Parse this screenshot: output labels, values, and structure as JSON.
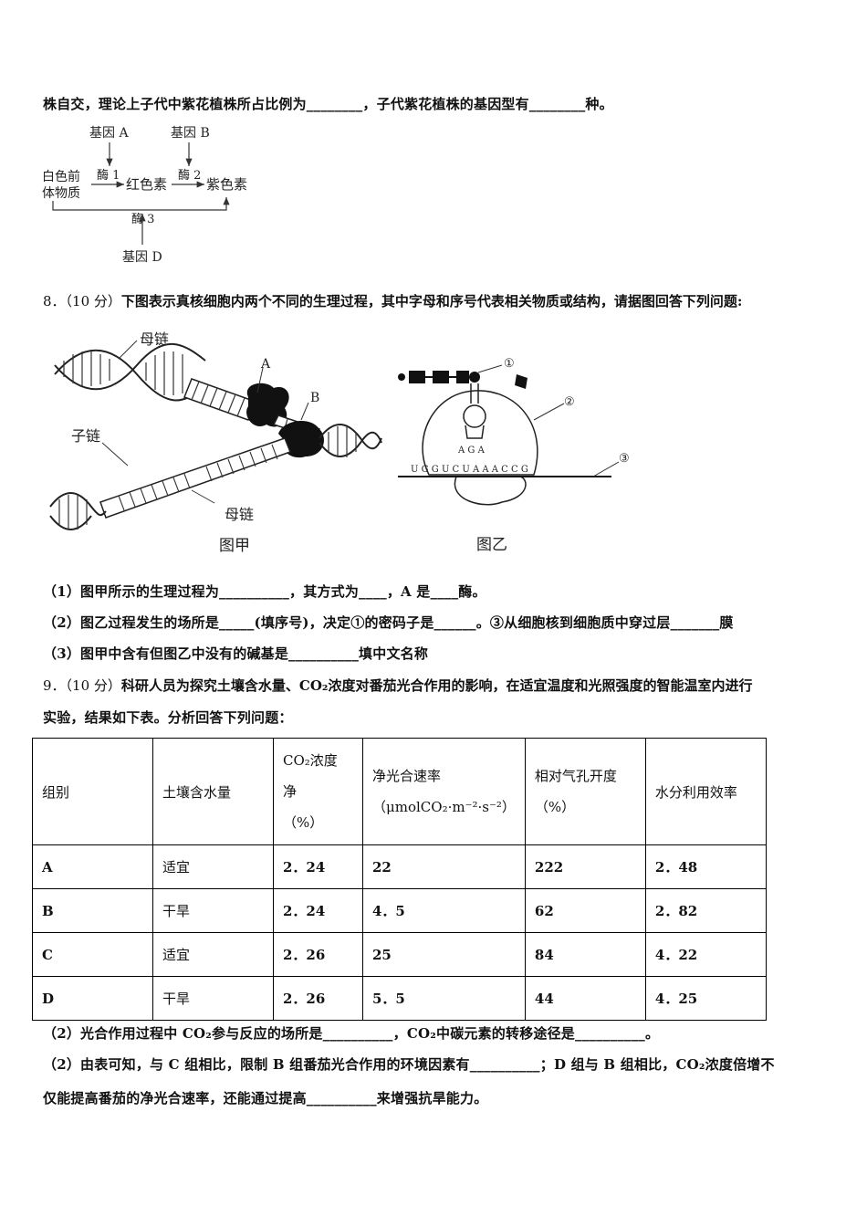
{
  "q7": {
    "cont_a": "株自交，理论上子代中紫花植株所占比例为________，子代紫花植株的基因型有________种。",
    "diagram": {
      "gene_a": "基因 A",
      "gene_b": "基因 B",
      "gene_d": "基因 D",
      "white_precursor_1": "白色前",
      "white_precursor_2": "体物质",
      "enzyme1": "酶 1",
      "enzyme2": "酶 2",
      "enzyme3": "酶 3",
      "red": "红色素",
      "purple": "紫色素"
    }
  },
  "q8": {
    "number": "8．",
    "score": "（10 分）",
    "stem": "下图表示真核细胞内两个不同的生理过程，其中字母和序号代表相关物质或结构，请据图回答下列问题:",
    "fig_jia": {
      "mother_top": "母链",
      "daughter": "子链",
      "mother_bottom": "母链",
      "label_a": "A",
      "label_b": "B",
      "caption": "图甲"
    },
    "fig_yi": {
      "c1": "①",
      "c2": "②",
      "c3": "③",
      "anticodon": "A G A",
      "mrna": "U G G U C U A A A C C G",
      "caption": "图乙"
    },
    "sub1": "（1）图甲所示的生理过程为__________，其方式为____，A 是____酶。",
    "sub2": "（2）图乙过程发生的场所是_____(填序号)，决定①的密码子是______。③从细胞核到细胞质中穿过层_______膜",
    "sub3": "（3）图甲中含有但图乙中没有的碱基是__________填中文名称"
  },
  "q9": {
    "number": "9．",
    "score": "（10 分）",
    "stem_1": "科研人员为探究土壤含水量、CO₂浓度对番茄光合作用的影响，在适宜温度和光照强度的智能温室内进行",
    "stem_2": "实验，结果如下表。分析回答下列问题：",
    "table": {
      "headers": [
        "组别",
        "土壤含水量",
        "CO₂浓度净（%）",
        "净光合速率（μmolCO₂·m⁻²·s⁻²）",
        "相对气孔开度（%）",
        "水分利用效率"
      ],
      "h3_l1": "CO₂浓度",
      "h3_l2": "净",
      "h3_l3": "（%）",
      "h4_l1": "净光合速率",
      "h4_l2": "（μmolCO₂·m⁻²·s⁻²）",
      "h5_l1": "相对气孔开度",
      "h5_l2": "（%）",
      "rows": [
        [
          "A",
          "适宜",
          "2．24",
          "22",
          "222",
          "2．48"
        ],
        [
          "B",
          "干旱",
          "2．24",
          "4．5",
          "62",
          "2．82"
        ],
        [
          "C",
          "适宜",
          "2．26",
          "25",
          "84",
          "4．22"
        ],
        [
          "D",
          "干旱",
          "2．26",
          "5．5",
          "44",
          "4．25"
        ]
      ]
    },
    "sub1": "（2）光合作用过程中 CO₂参与反应的场所是__________，CO₂中碳元素的转移途径是__________。",
    "sub2_1": "（2）由表可知，与 C 组相比，限制 B 组番茄光合作用的环境因素有__________；D 组与 B 组相比，CO₂浓度倍增不",
    "sub2_2": "仅能提高番茄的净光合速率，还能通过提高__________来增强抗旱能力。"
  }
}
